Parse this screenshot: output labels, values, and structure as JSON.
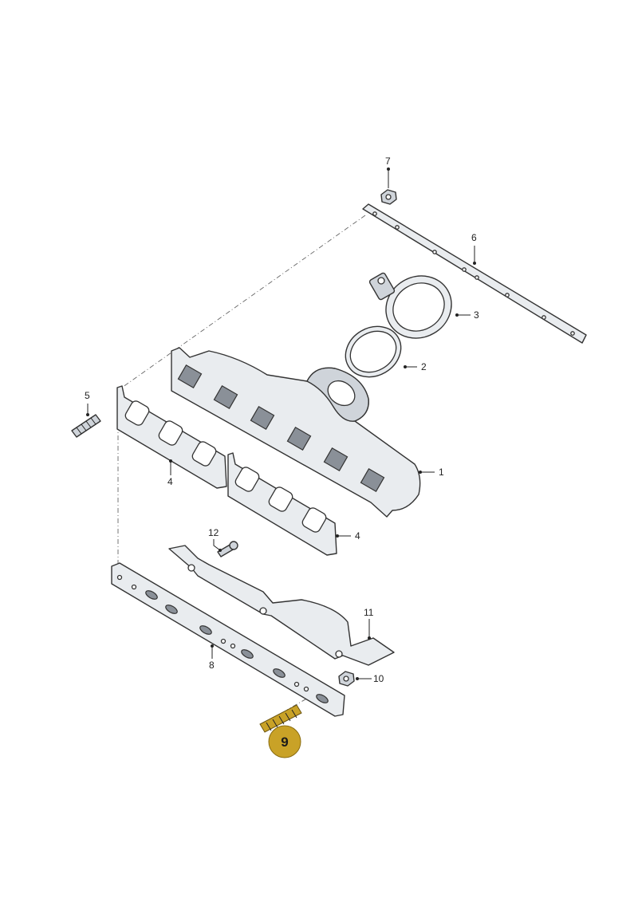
{
  "diagram": {
    "callouts": [
      {
        "id": "1",
        "label": "1"
      },
      {
        "id": "2",
        "label": "2"
      },
      {
        "id": "3",
        "label": "3"
      },
      {
        "id": "4a",
        "label": "4"
      },
      {
        "id": "4b",
        "label": "4"
      },
      {
        "id": "5",
        "label": "5"
      },
      {
        "id": "6",
        "label": "6"
      },
      {
        "id": "7",
        "label": "7"
      },
      {
        "id": "8",
        "label": "8"
      },
      {
        "id": "10",
        "label": "10"
      },
      {
        "id": "11",
        "label": "11"
      },
      {
        "id": "12",
        "label": "12"
      }
    ],
    "highlight": {
      "label": "9",
      "color": "#c9a227"
    }
  }
}
